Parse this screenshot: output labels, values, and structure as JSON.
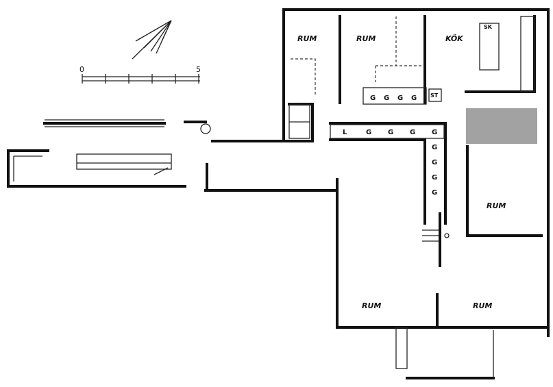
{
  "scale_bar": {
    "start": "0",
    "end": "5"
  },
  "rooms": {
    "rum_top_left": "RUM",
    "rum_top_mid": "RUM",
    "kok": "KÖK",
    "rum_right": "RUM",
    "rum_bottom_left": "RUM",
    "rum_bottom_right": "RUM"
  },
  "fixtures": {
    "sk": "SK",
    "st": "ST",
    "l": "L",
    "g": "G"
  }
}
